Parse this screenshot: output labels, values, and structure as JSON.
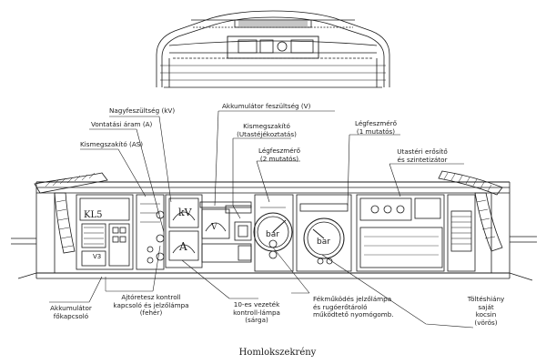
{
  "labels": {
    "nagyfesz": "Nagyfeszültség (kV)",
    "vontatasi": "Vontatási áram (A)",
    "kismeg_as": "Kismegszakító (AS)",
    "akku_fesz": "Akkumulátor feszültség (V)",
    "kismeg_utas_1": "Kismegszakító",
    "kismeg_utas_2": "(Utastéjékoztatás)",
    "legfesz2_1": "Légfeszmérő",
    "legfesz2_2": "(2 mutatós)",
    "legfesz1_1": "Légfeszmérő",
    "legfesz1_2": "(1 mutatós)",
    "utasteri_1": "Utastéri erősítő",
    "utasteri_2": "és szintetizátor",
    "akku_fokap_1": "Akkumulátor",
    "akku_fokap_2": "főkapcsoló",
    "ajto_1": "Ajtóretesz kontroll",
    "ajto_2": "kapcsoló és jelzőlámpa",
    "ajto_3": "(fehér)",
    "vezetek_1": "10-es vezeték",
    "vezetek_2": "kontroll-lámpa",
    "vezetek_3": "(sárga)",
    "fek_1": "Fékműködés jelzőlámpa",
    "fek_2": "és rugóerőtároló",
    "fek_3": "működtető nyomógomb.",
    "toltes_1": "Töltéshiány",
    "toltes_2": "saját",
    "toltes_3": "kocsin",
    "toltes_4": "(vörös)"
  },
  "caption": "Homlokszekrény",
  "panel_marks": {
    "kv": "kV",
    "a": "A",
    "v": "V",
    "bar_left": "bar",
    "bar_right": "bar",
    "kl5": "KL5",
    "v3": "V3"
  },
  "colors": {
    "ink": "#1a1a1a",
    "paper": "#ffffff"
  }
}
